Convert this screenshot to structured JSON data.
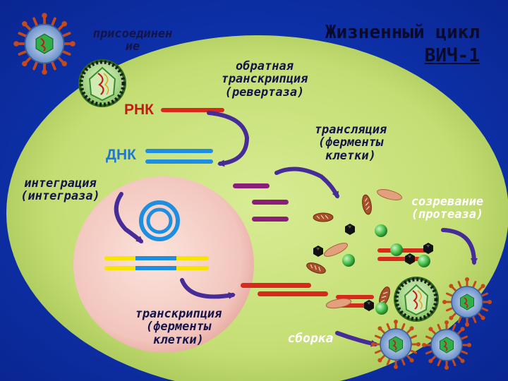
{
  "title": {
    "line1": "Жизненный цикл",
    "line2": "ВИЧ-1"
  },
  "labels": {
    "attachment": "присоединен\nие",
    "rna": "РНК",
    "dna": "ДНК",
    "reverse_transcription": "обратная\nтранскрипция\n(ревертаза)",
    "integration": "интеграция\n(интеграза)",
    "translation": "трансляция\n(ферменты\nклетки)",
    "maturation": "созревание\n(протеаза)",
    "transcription": "транскрипция\n(ферменты\nклетки)",
    "assembly": "сборка"
  },
  "colors": {
    "background": "#0d30a8",
    "cell": "#c4de74",
    "nucleus": "#f2c5bd",
    "rna_strand": "#d52a1c",
    "dna_strand": "#1e8ee0",
    "mrna_strand": "#8a1f7a",
    "arrow": "#452c96",
    "virus_envelope": "#6a8fc8",
    "virus_spike": "#c44a1c",
    "virus_capsid": "#2fae4a",
    "protein_green": "#4cc24c",
    "protein_black": "#111111",
    "protein_brown": "#a8502a",
    "host_dna_yellow": "#f7e400"
  },
  "icons": [
    "virus-particle-icon",
    "virus-core-icon",
    "circular-dna-icon",
    "protein-green-sphere-icon",
    "protein-black-hexagon-icon",
    "protein-brown-ellipse-icon"
  ]
}
